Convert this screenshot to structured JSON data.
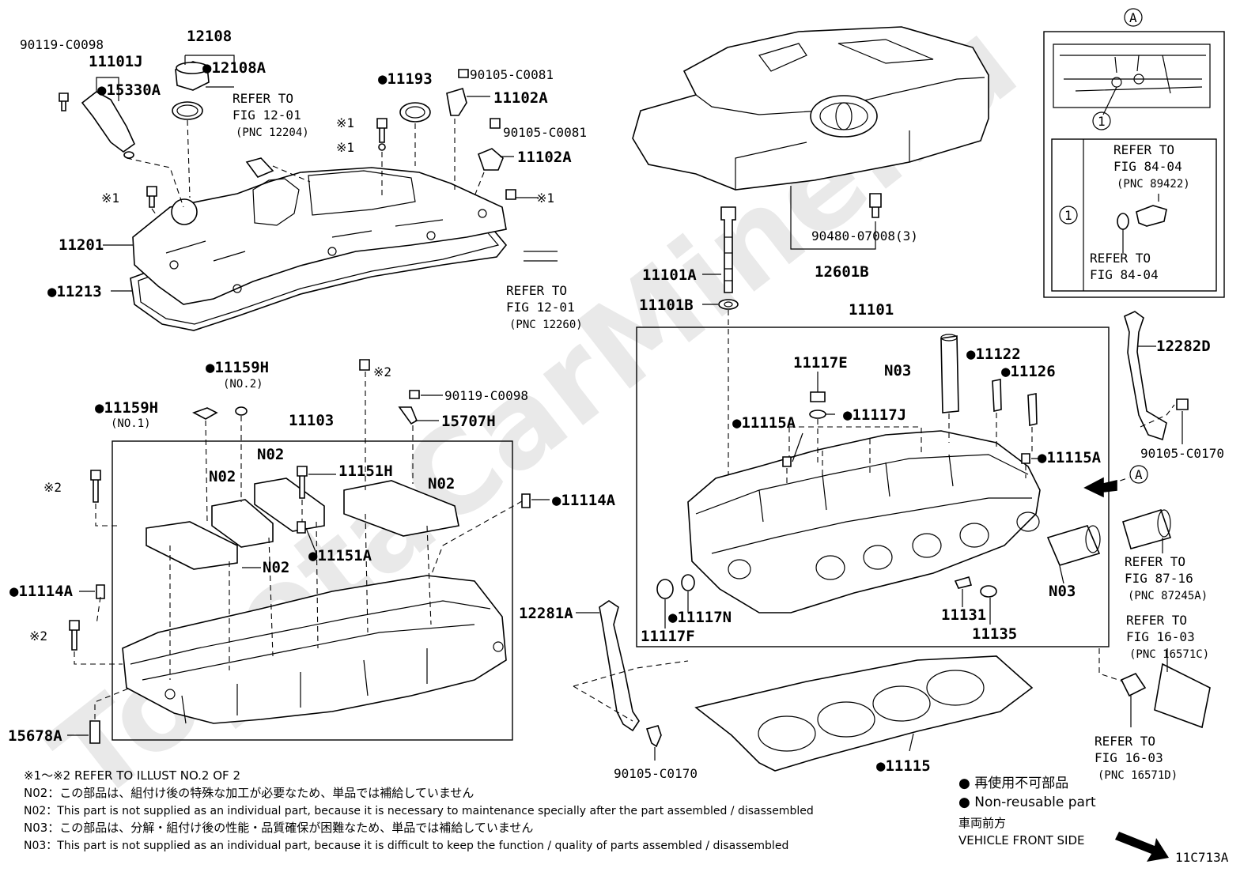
{
  "diagram": {
    "watermark": "ToyotaCarMine.ru",
    "labels": {
      "p90119_c0098_top": "90119-C0098",
      "p11101J": "11101J",
      "p15330A": "●15330A",
      "p12108": "12108",
      "p12108A": "●12108A",
      "p11193": "●11193",
      "p90105_c0081_a": "90105-C0081",
      "p11102A_a": "11102A",
      "star1_a": "※1",
      "star1_b": "※1",
      "p90105_c0081_b": "90105-C0081",
      "p11102A_b": "11102A",
      "star1_c": "※1",
      "star1_d": "※1",
      "p11201": "11201",
      "p11213": "●11213",
      "p11159H_no2": "●11159H",
      "no2_tag": "(NO.2)",
      "star2_a": "※2",
      "p90119_c0098_mid": "90119-C0098",
      "p11159H_no1": "●11159H",
      "no1_tag": "(NO.1)",
      "p11103": "11103",
      "p15707H": "15707H",
      "star2_b": "※2",
      "n02_a": "N02",
      "n02_b": "N02",
      "p11151H": "11151H",
      "n02_c": "N02",
      "p11114A_r": "●11114A",
      "n02_d": "N02",
      "p11151A": "●11151A",
      "p11114A_l": "●11114A",
      "star2_c": "※2",
      "p15678A": "15678A",
      "p90480": "90480-07008(3)",
      "p12601B": "12601B",
      "p11101A": "11101A",
      "p11101B": "11101B",
      "p11101": "11101",
      "p11122": "●11122",
      "p11117E": "11117E",
      "n03_a": "N03",
      "p11126": "●11126",
      "p11115A_l": "●11115A",
      "p11117J": "●11117J",
      "p11115A_r": "●11115A",
      "p12282D": "12282D",
      "p90105_c0170_r": "90105-C0170",
      "p11117N": "●11117N",
      "p11117F": "11117F",
      "p11131": "11131",
      "p11135": "11135",
      "n03_b": "N03",
      "p12281A": "12281A",
      "p90105_c0170_b": "90105-C0170",
      "p11115": "●11115",
      "circle_a_top": "A",
      "circle_a_side": "A",
      "circle_1_inset": "1",
      "circle_1_box": "1",
      "fig_code": "11C713A"
    },
    "refs": {
      "ref_fig12_01_a": [
        "REFER TO",
        "FIG 12-01",
        "(PNC 12204)"
      ],
      "ref_fig12_01_b": [
        "REFER TO",
        "FIG 12-01",
        "(PNC 12260)"
      ],
      "ref_fig84_04_a": [
        "REFER TO",
        "FIG 84-04",
        "(PNC 89422)"
      ],
      "ref_fig84_04_b": [
        "REFER TO",
        "FIG 84-04"
      ],
      "ref_fig87_16": [
        "REFER TO",
        "FIG 87-16",
        "(PNC 87245A)"
      ],
      "ref_fig16_03_a": [
        "REFER TO",
        "FIG 16-03",
        "(PNC 16571C)"
      ],
      "ref_fig16_03_b": [
        "REFER TO",
        "FIG 16-03",
        "(PNC 16571D)"
      ]
    },
    "notes": [
      "※1～※2  REFER TO ILLUST NO.2 OF 2",
      "N02：この部品は、組付け後の特殊な加工が必要なため、単品では補給していません",
      "N02：This part is not supplied as an individual part, because it is necessary to maintenance specially after the part assembled / disassembled",
      "N03：この部品は、分解・組付け後の性能・品質確保が困難なため、単品では補給していません",
      "N03：This part is not supplied as an individual part, because it is difficult to keep the function / quality of parts  assembled / disassembled"
    ],
    "legend": {
      "jp_nonreusable": "● 再使用不可部品",
      "en_nonreusable": "● Non-reusable part",
      "jp_front": "車両前方",
      "en_front": "VEHICLE FRONT SIDE"
    }
  }
}
